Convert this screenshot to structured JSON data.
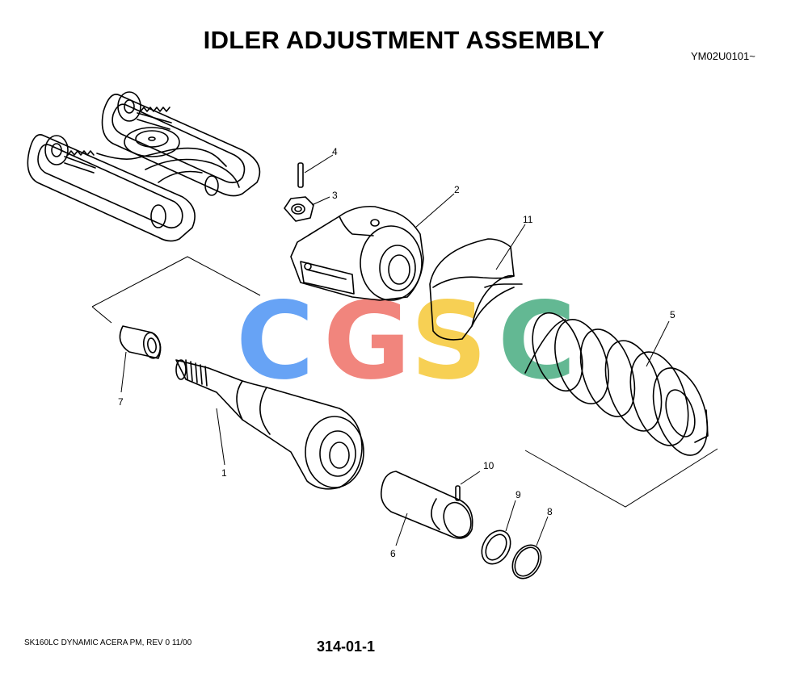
{
  "header": {
    "title": "IDLER ADJUSTMENT ASSEMBLY",
    "doc_code": "YM02U0101~"
  },
  "footer": {
    "left_text": "SK160LC DYNAMIC ACERA PM,  REV 0 11/00",
    "page_number": "314-01-1"
  },
  "watermark": {
    "letters": [
      "C",
      "G",
      "S",
      "C"
    ],
    "colors": [
      "#5b9cf5",
      "#f07b73",
      "#f7cd46",
      "#56b38a"
    ]
  },
  "callouts": [
    "1",
    "2",
    "3",
    "4",
    "5",
    "6",
    "7",
    "8",
    "9",
    "10",
    "11"
  ]
}
